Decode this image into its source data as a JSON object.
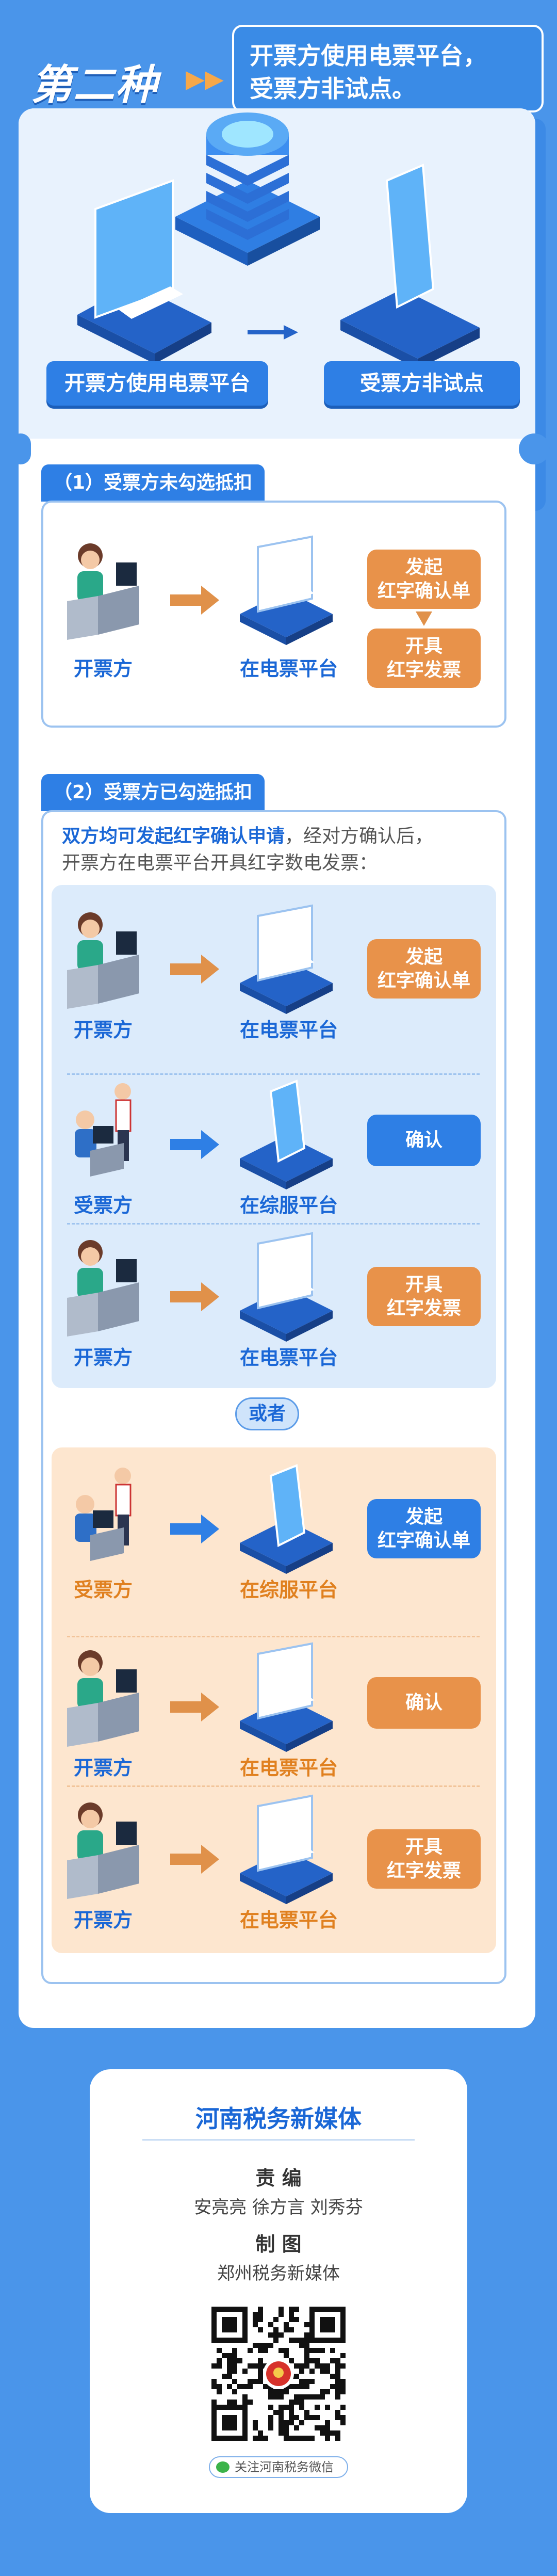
{
  "header": {
    "title": "第二种",
    "arrows": "▶▶",
    "box_line1": "开票方使用电票平台，",
    "box_line2": "受票方非试点。"
  },
  "top": {
    "left_button": "开票方使用电票平台",
    "right_button": "受票方非试点"
  },
  "section1": {
    "tab": "（1）受票方未勾选抵扣",
    "row": {
      "left_label": "开票方",
      "mid_label": "在电票平台",
      "pill_top": [
        "发起",
        "红字确认单"
      ],
      "pill_bottom": [
        "开具",
        "红字发票"
      ]
    }
  },
  "section2": {
    "tab": "（2）受票方已勾选抵扣",
    "note_highlight": "双方均可发起红字确认申请",
    "note_rest1": "，经对方确认后，",
    "note_rest2": "开票方在电票平台开具红字数电发票：",
    "option_a": [
      {
        "left_label": "开票方",
        "mid_label": "在电票平台",
        "pill": [
          "发起",
          "红字确认单"
        ]
      },
      {
        "left_label": "受票方",
        "mid_label": "在综服平台",
        "pill": [
          "确认"
        ]
      },
      {
        "left_label": "开票方",
        "mid_label": "在电票平台",
        "pill": [
          "开具",
          "红字发票"
        ]
      }
    ],
    "or": "或者",
    "option_b": [
      {
        "left_label": "受票方",
        "mid_label": "在综服平台",
        "pill": [
          "发起",
          "红字确认单"
        ]
      },
      {
        "left_label": "开票方",
        "mid_label": "在电票平台",
        "pill": [
          "确认"
        ]
      },
      {
        "left_label": "开票方",
        "mid_label": "在电票平台",
        "pill": [
          "开具",
          "红字发票"
        ]
      }
    ]
  },
  "footer": {
    "brand": "河南税务新媒体",
    "editor_title": "责 编",
    "editors": "安亮亮  徐方言  刘秀芬",
    "drawing_title": "制 图",
    "drawing": "郑州税务新媒体",
    "follow": "关注河南税务微信"
  },
  "colors": {
    "background": "#4a95ea",
    "accent_blue": "#2e7fe5",
    "accent_orange": "#e8924a",
    "panel_blue": "#dcebfb",
    "panel_orange": "#fde6cf"
  }
}
